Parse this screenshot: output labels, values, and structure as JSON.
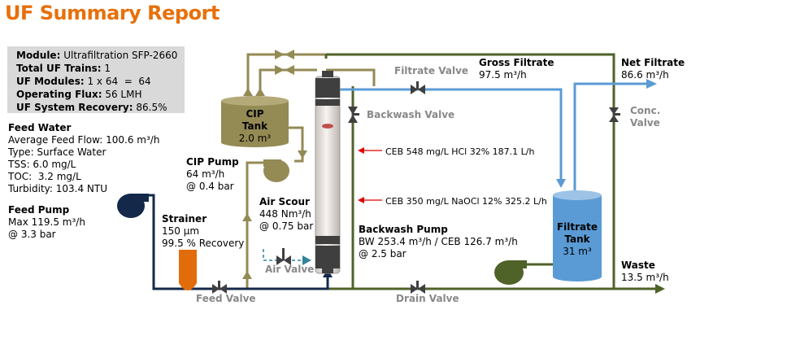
{
  "title": "UF Summary Report",
  "summary": {
    "module_label": "Module:",
    "module_value": "Ultrafiltration SFP-2660",
    "trains_label": "Total UF Trains:",
    "trains_value": "1",
    "modules_label": "UF Modules:",
    "modules_value": "1 x 64  =  64",
    "flux_label": "Operating Flux:",
    "flux_value": "56 LMH",
    "recovery_label": "UF System Recovery:",
    "recovery_value": "86.5%"
  },
  "feed_water": {
    "title": "Feed Water",
    "flow": "Average Feed Flow: 100.6 m³/h",
    "type": "Type: Surface Water",
    "tss": "TSS: 6.0 mg/L",
    "toc": "TOC:  3.2 mg/L",
    "turbidity": "Turbidity: 103.4 NTU"
  },
  "feed_pump": {
    "title": "Feed Pump",
    "line1": "Max 119.5 m³/h",
    "line2": "@ 3.3 bar"
  },
  "cip_tank": {
    "title1": "CIP",
    "title2": "Tank",
    "volume": "2.0 m³"
  },
  "cip_pump": {
    "title": "CIP Pump",
    "line1": "64 m³/h",
    "line2": "@ 0.4 bar"
  },
  "strainer": {
    "title": "Strainer",
    "line1": "150 µm",
    "line2": "99.5 % Recovery"
  },
  "air_scour": {
    "title": "Air Scour",
    "line1": "448 Nm³/h",
    "line2": "@ 0.75 bar"
  },
  "valves": {
    "air": "Air Valve",
    "feed": "Feed Valve",
    "drain": "Drain Valve",
    "filtrate": "Filtrate Valve",
    "backwash": "Backwash Valve",
    "conc1": "Conc.",
    "conc2": "Valve"
  },
  "ceb": {
    "hcl": "CEB 548 mg/L HCl  32% 187.1 L/h",
    "naocl": "CEB 350 mg/L NaOCl 12% 325.2 L/h"
  },
  "gross_filtrate": {
    "title": "Gross Filtrate",
    "value": "97.5 m³/h"
  },
  "net_filtrate": {
    "title": "Net Filtrate",
    "value": "86.6 m³/h"
  },
  "backwash_pump": {
    "title": "Backwash Pump",
    "line1": "BW 253.4 m³/h / CEB 126.7 m³/h",
    "line2": "@ 2.5 bar"
  },
  "filtrate_tank": {
    "title1": "Filtrate",
    "title2": "Tank",
    "volume": "31 m³"
  },
  "waste": {
    "title": "Waste",
    "value": "13.5 m³/h"
  },
  "colors": {
    "title": "#e8700a",
    "feed_line": "#14294a",
    "filtrate_line": "#5b9bd5",
    "waste_line": "#4f6228",
    "cip_line": "#948a54",
    "strainer": "#e36c0a",
    "air_line": "#31849b"
  }
}
